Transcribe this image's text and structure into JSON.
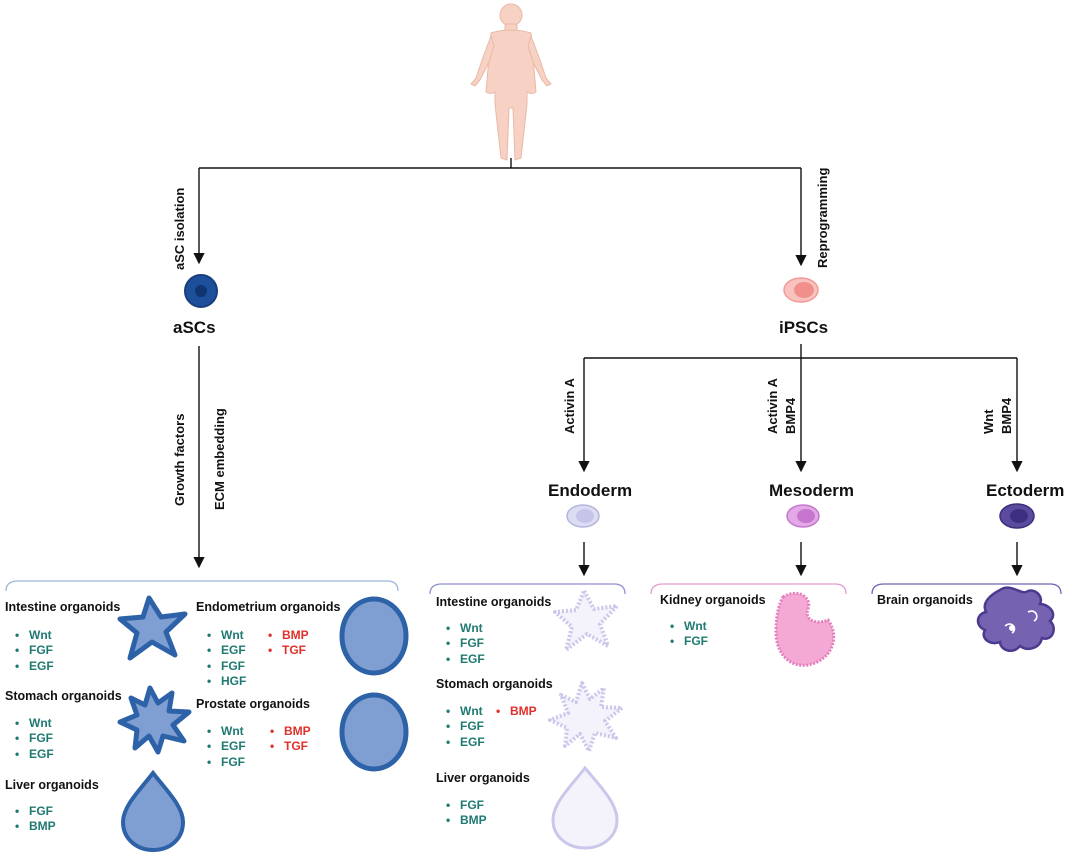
{
  "colors": {
    "activator": "#1f7a72",
    "inhibitor": "#e0302a",
    "asc_cell": "#1d4f9a",
    "ipsc_cell": "#f5a9a5",
    "endoderm_cell": "#c7c7ea",
    "mesoderm_cell": "#cf8bd6",
    "ectoderm_cell": "#5b4a9e",
    "asc_organoid": "#7f9ed1",
    "asc_organoid_edge": "#2e62a8",
    "endo_organoid": "#f0eef9",
    "endo_organoid_edge": "#c9c7ea",
    "kidney_organoid": "#f4a9d4",
    "brain_organoid": "#7562b0"
  },
  "icons": {
    "human": "human-body-icon",
    "asc": "asc-cell-icon",
    "ipsc": "ipsc-cell-icon"
  },
  "nodes": {
    "ascs": "aSCs",
    "ipscs": "iPSCs",
    "endoderm": "Endoderm",
    "mesoderm": "Mesoderm",
    "ectoderm": "Ectoderm"
  },
  "edges": {
    "asc_isolation": "aSC isolation",
    "reprogramming": "Reprogramming",
    "growth_factors": "Growth factors",
    "ecm_embedding": "ECM embedding",
    "activin_a_1": "Activin A",
    "activin_a_2": "Activin A",
    "bmp4_2": "BMP4",
    "wnt_3": "Wnt",
    "bmp4_3": "BMP4"
  },
  "asc_organoids": [
    {
      "name": "Intestine organoids",
      "activators": [
        "Wnt",
        "FGF",
        "EGF"
      ],
      "inhibitors": []
    },
    {
      "name": "Stomach organoids",
      "activators": [
        "Wnt",
        "FGF",
        "EGF"
      ],
      "inhibitors": []
    },
    {
      "name": "Liver organoids",
      "activators": [
        "FGF",
        "BMP"
      ],
      "inhibitors": []
    },
    {
      "name": "Endometrium organoids",
      "activators": [
        "Wnt",
        "EGF",
        "FGF",
        "HGF"
      ],
      "inhibitors": [
        "BMP",
        "TGF"
      ]
    },
    {
      "name": "Prostate organoids",
      "activators": [
        "Wnt",
        "EGF",
        "FGF"
      ],
      "inhibitors": [
        "BMP",
        "TGF"
      ]
    }
  ],
  "endoderm_organoids": [
    {
      "name": "Intestine organoids",
      "activators": [
        "Wnt",
        "FGF",
        "EGF"
      ],
      "inhibitors": []
    },
    {
      "name": "Stomach organoids",
      "activators": [
        "Wnt",
        "FGF",
        "EGF"
      ],
      "inhibitors": [
        "BMP"
      ]
    },
    {
      "name": "Liver organoids",
      "activators": [
        "FGF",
        "BMP"
      ],
      "inhibitors": []
    }
  ],
  "mesoderm_organoids": [
    {
      "name": "Kidney organoids",
      "activators": [
        "Wnt",
        "FGF"
      ],
      "inhibitors": []
    }
  ],
  "ectoderm_organoids": [
    {
      "name": "Brain organoids",
      "activators": [],
      "inhibitors": []
    }
  ]
}
